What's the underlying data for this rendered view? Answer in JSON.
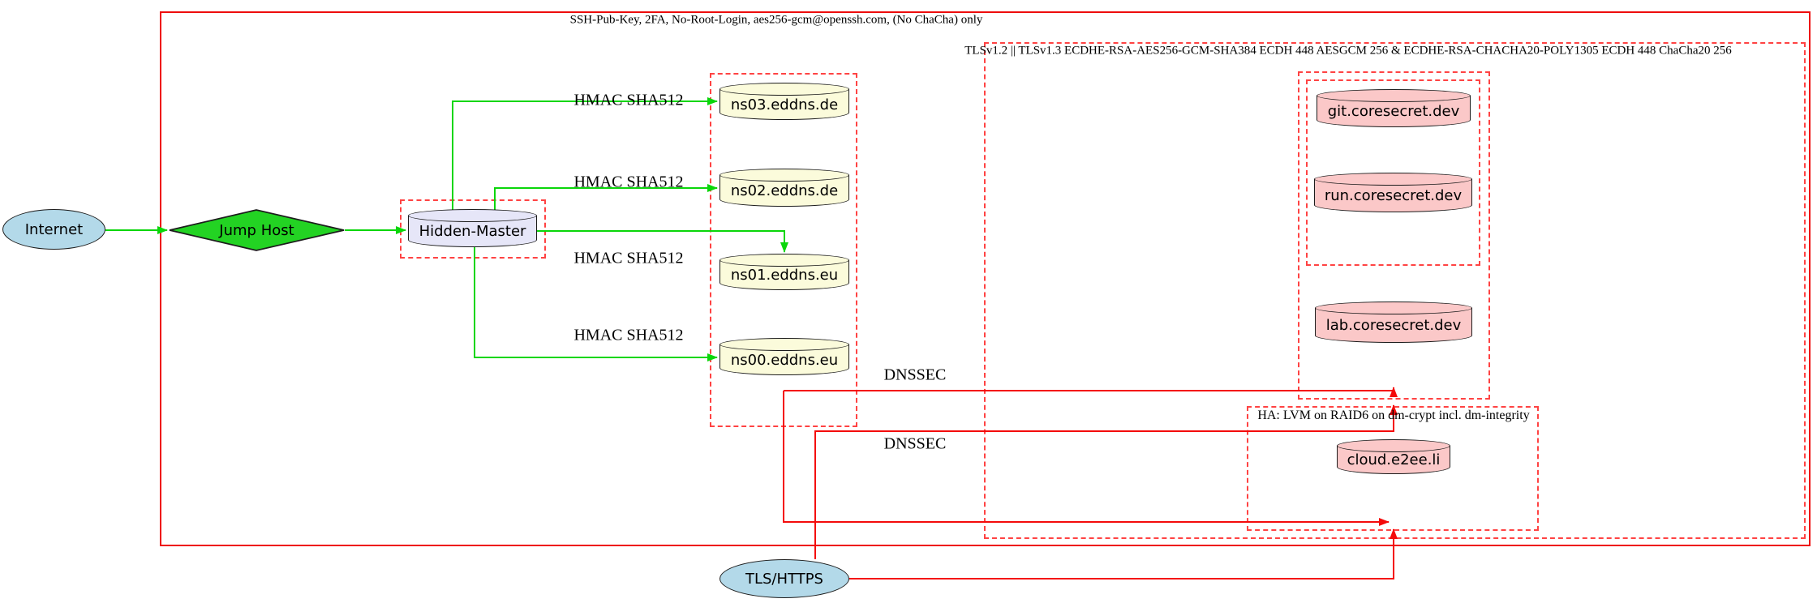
{
  "clusters": {
    "outer_security": {
      "label": "SSH-Pub-Key, 2FA, No-Root-Login, aes256-gcm@openssh.com, (No ChaCha) only"
    },
    "tls": {
      "label": "TLSv1.2 || TLSv1.3 ECDHE-RSA-AES256-GCM-SHA384 ECDH 448 AESGCM 256 & ECDHE-RSA-CHACHA20-POLY1305 ECDH 448 ChaCha20 256"
    },
    "ha": {
      "label": "HA: LVM on RAID6 on dm-crypt incl. dm-integrity"
    }
  },
  "nodes": {
    "internet": {
      "label": "Internet",
      "shape": "ellipse",
      "fill": "#b3d9e9"
    },
    "jump_host": {
      "label": "Jump Host",
      "shape": "diamond",
      "fill": "#23d323"
    },
    "hidden_master": {
      "label": "Hidden-Master",
      "shape": "cylinder",
      "fill": "#e6e6f8"
    },
    "ns03": {
      "label": "ns03.eddns.de",
      "shape": "cylinder",
      "fill": "#fbfbdb"
    },
    "ns02": {
      "label": "ns02.eddns.de",
      "shape": "cylinder",
      "fill": "#fbfbdb"
    },
    "ns01": {
      "label": "ns01.eddns.eu",
      "shape": "cylinder",
      "fill": "#fbfbdb"
    },
    "ns00": {
      "label": "ns00.eddns.eu",
      "shape": "cylinder",
      "fill": "#fbfbdb"
    },
    "git": {
      "label": "git.coresecret.dev",
      "shape": "cylinder",
      "fill": "#fbc8c8"
    },
    "run": {
      "label": "run.coresecret.dev",
      "shape": "cylinder",
      "fill": "#fbc8c8"
    },
    "lab": {
      "label": "lab.coresecret.dev",
      "shape": "cylinder",
      "fill": "#fbc8c8"
    },
    "cloud": {
      "label": "cloud.e2ee.li",
      "shape": "cylinder",
      "fill": "#fbc8c8"
    },
    "tls_https": {
      "label": "TLS/HTTPS",
      "shape": "ellipse",
      "fill": "#b3d9e9"
    }
  },
  "edge_labels": {
    "hmac": "HMAC SHA512",
    "dnssec": "DNSSEC"
  },
  "colors": {
    "secure_edge_green": "#0ad60a",
    "insecure_edge_red": "#f40b0b",
    "cluster_border_red": "#ff4343",
    "node_border": "#1c1c1c"
  }
}
